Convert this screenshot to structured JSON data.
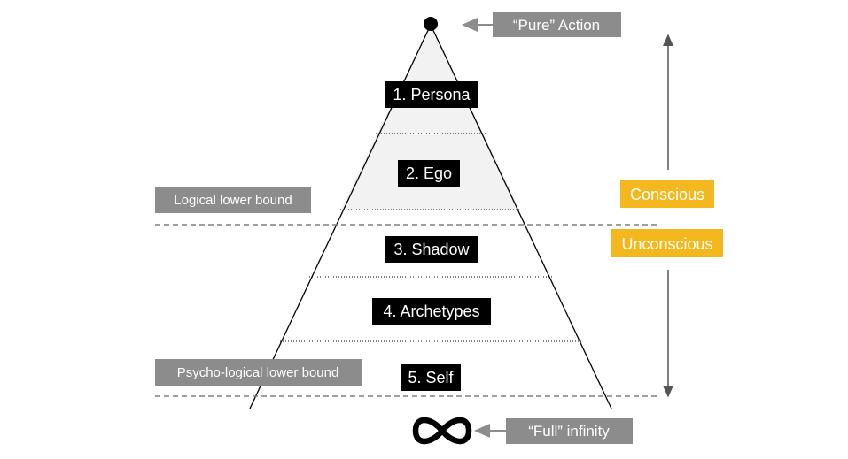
{
  "layers": [
    {
      "number": "1.",
      "label": "1. Persona"
    },
    {
      "number": "2.",
      "label": "2. Ego"
    },
    {
      "number": "3.",
      "label": "3. Shadow"
    },
    {
      "number": "4.",
      "label": "4. Archetypes"
    },
    {
      "number": "5.",
      "label": "5. Self"
    }
  ],
  "apex_label": "“Pure” Action",
  "base_label": "“Full” infinity",
  "bounds": {
    "logical": "Logical lower bound",
    "psycho_logical": "Psycho-logical lower bound"
  },
  "axis": {
    "conscious": "Conscious",
    "unconscious": "Unconscious"
  },
  "colors": {
    "black_label": "#000000",
    "gray_label": "#8c8c8c",
    "yellow_label": "#f2b81e",
    "conscious_fill": "#f2f2f2",
    "dashed_line": "#7f7f7f"
  }
}
